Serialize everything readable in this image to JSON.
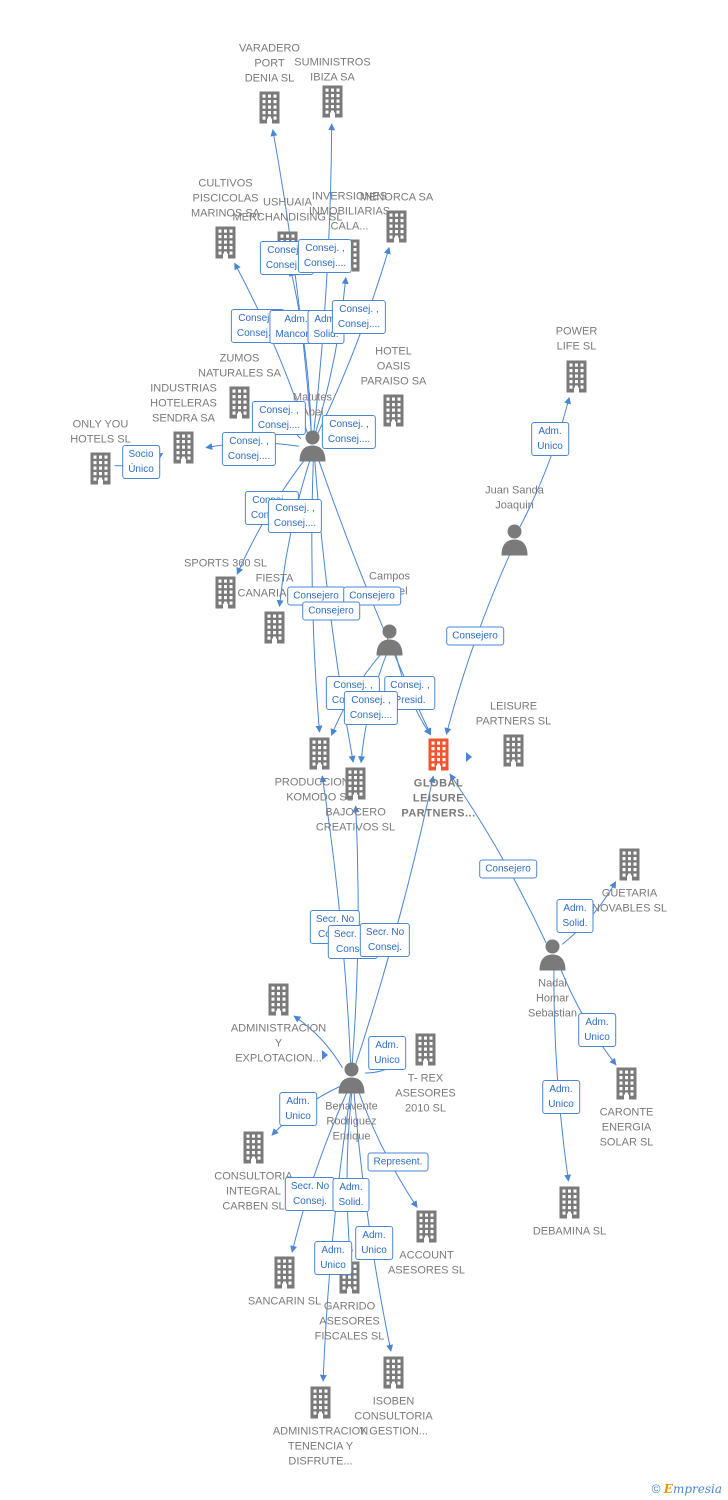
{
  "colors": {
    "link": "#4a86d4",
    "node": "#7a7a7a",
    "focus": "#f0552d",
    "label": "#7a7a7a"
  },
  "nodes": [
    {
      "id": "varadero",
      "type": "company",
      "label": "VARADERO\nPORT\nDENIA SL"
    },
    {
      "id": "suministros",
      "type": "company",
      "label": "SUMINISTROS\nIBIZA SA"
    },
    {
      "id": "cultivos",
      "type": "company",
      "label": "CULTIVOS\nPISCICOLAS\nMARINOS SA"
    },
    {
      "id": "ushuaia",
      "type": "company",
      "label": "USHUAIA\nMERCHANDISING SL"
    },
    {
      "id": "inversiones",
      "type": "company",
      "label": "INVERSIONES\nINMOBILIARIAS\nCALA..."
    },
    {
      "id": "menorca",
      "type": "company",
      "label": "MENORCA SA"
    },
    {
      "id": "power",
      "type": "company",
      "label": "POWER\nLIFE SL"
    },
    {
      "id": "zumos",
      "type": "company",
      "label": "ZUMOS\nNATURALES SA"
    },
    {
      "id": "hotel",
      "type": "company",
      "label": "HOTEL\nOASIS\nPARAISO SA"
    },
    {
      "id": "industrias",
      "type": "company",
      "label": "INDUSTRIAS\nHOTELERAS\nSENDRA SA"
    },
    {
      "id": "onlyyou",
      "type": "company",
      "label": "ONLY YOU\nHOTELS SL"
    },
    {
      "id": "matutes",
      "type": "person",
      "label": "Matutes\nAbel"
    },
    {
      "id": "juansanda",
      "type": "person",
      "label": "Juan Sanda\nJoaquin"
    },
    {
      "id": "sports",
      "type": "company",
      "label": "SPORTS 360 SL"
    },
    {
      "id": "fiesta",
      "type": "company",
      "label": "FIESTA\nCANARIAS SA"
    },
    {
      "id": "campos",
      "type": "person",
      "label": "Campos\nManuel"
    },
    {
      "id": "leisure",
      "type": "company",
      "label": "LEISURE\nPARTNERS SL"
    },
    {
      "id": "producciones",
      "type": "company",
      "label": "PRODUCCIONES\nKOMODO SL"
    },
    {
      "id": "bajocero",
      "type": "company",
      "label": "BAJOCERO\nCREATIVOS SL"
    },
    {
      "id": "global",
      "type": "focus",
      "label": "GLOBAL\nLEISURE\nPARTNERS..."
    },
    {
      "id": "guetaria",
      "type": "company",
      "label": "GUETARIA\nNOVABLES SL"
    },
    {
      "id": "nadal",
      "type": "person",
      "label": "Nadal\nHomar\nSebastian"
    },
    {
      "id": "administracion",
      "type": "company",
      "label": "ADMINISTRACION\nY\nEXPLOTACION..."
    },
    {
      "id": "trex",
      "type": "company",
      "label": "T- REX\nASESORES\n2010 SL"
    },
    {
      "id": "benavente",
      "type": "person",
      "label": "Benavente\nRodriguez\nEnrique"
    },
    {
      "id": "caronte",
      "type": "company",
      "label": "CARONTE\nENERGIA\nSOLAR SL"
    },
    {
      "id": "consultoria",
      "type": "company",
      "label": "CONSULTORIA\nINTEGRAL\nCARBEN SL"
    },
    {
      "id": "account",
      "type": "company",
      "label": "ACCOUNT\nASESORES SL"
    },
    {
      "id": "debamina",
      "type": "company",
      "label": "DEBAMINA SL"
    },
    {
      "id": "sancarin",
      "type": "company",
      "label": "SANCARIN SL"
    },
    {
      "id": "garrido",
      "type": "company",
      "label": "GARRIDO\nASESORES\nFISCALES SL"
    },
    {
      "id": "isoben",
      "type": "company",
      "label": "ISOBEN\nCONSULTORIA\nY GESTION..."
    },
    {
      "id": "admtenencia",
      "type": "company",
      "label": "ADMINISTRACION\nTENENCIA Y\nDISFRUTE..."
    }
  ],
  "relations": [
    {
      "id": "r1",
      "label": "Consej. ,\nConsej...."
    },
    {
      "id": "r2",
      "label": "Consej. ,\nConsej...."
    },
    {
      "id": "r3",
      "label": "Consej. ,\nConsej...."
    },
    {
      "id": "r4",
      "label": "Adm.\nMancom."
    },
    {
      "id": "r5",
      "label": "Adm.\nSolid."
    },
    {
      "id": "r6",
      "label": "Consej. ,\nConsej...."
    },
    {
      "id": "r7",
      "label": "Consej. ,\nConsej...."
    },
    {
      "id": "r8",
      "label": "Consej. ,\nConsej...."
    },
    {
      "id": "r9",
      "label": "Consej. ,\nConsej...."
    },
    {
      "id": "r10",
      "label": "Socio\nÚnico"
    },
    {
      "id": "r11",
      "label": "Consej. ,\nConsej...."
    },
    {
      "id": "r12",
      "label": "Consej. ,\nConsej...."
    },
    {
      "id": "r13",
      "label": "Adm.\nUnico"
    },
    {
      "id": "r14",
      "label": "Consejero"
    },
    {
      "id": "r15",
      "label": "Consejero"
    },
    {
      "id": "r16",
      "label": "Consejero"
    },
    {
      "id": "r17",
      "label": "Consejero"
    },
    {
      "id": "r18",
      "label": "Consej. ,\nConsej...."
    },
    {
      "id": "r19",
      "label": "Consej. ,\nPresid."
    },
    {
      "id": "r20",
      "label": "Consej. ,\nConsej...."
    },
    {
      "id": "r21",
      "label": "Consejero"
    },
    {
      "id": "r22",
      "label": "Adm.\nSolid."
    },
    {
      "id": "r23",
      "label": "Secr. No\nConsej."
    },
    {
      "id": "r24",
      "label": "Secr. No\nConsej."
    },
    {
      "id": "r25",
      "label": "Secr. No\nConsej."
    },
    {
      "id": "r26",
      "label": "Adm.\nUnico"
    },
    {
      "id": "r27",
      "label": "Adm.\nUnico"
    },
    {
      "id": "r28",
      "label": "Adm.\nUnico"
    },
    {
      "id": "r29",
      "label": "Adm.\nUnico"
    },
    {
      "id": "r30",
      "label": "Represent."
    },
    {
      "id": "r31",
      "label": "Secr. No\nConsej."
    },
    {
      "id": "r32",
      "label": "Adm.\nSolid."
    },
    {
      "id": "r33",
      "label": "Adm.\nUnico"
    },
    {
      "id": "r34",
      "label": "Adm.\nUnico"
    }
  ],
  "footer": {
    "copyright": "©",
    "brand_first": "E",
    "brand_rest": "mpresia"
  }
}
